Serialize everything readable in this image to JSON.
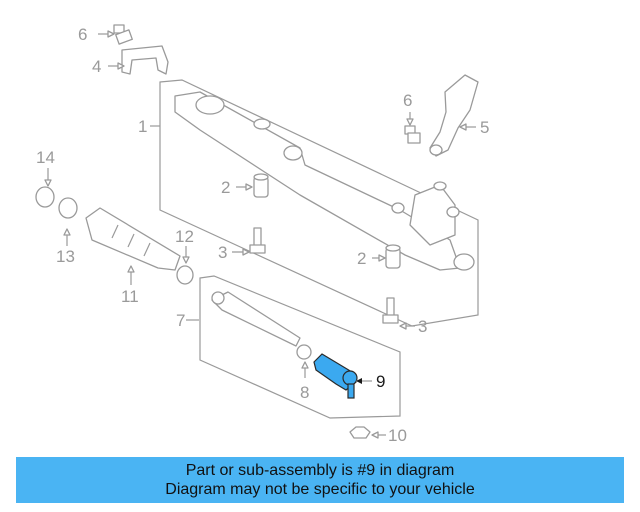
{
  "callouts": {
    "c1": "1",
    "c2a": "2",
    "c2b": "2",
    "c3a": "3",
    "c3b": "3",
    "c4": "4",
    "c5": "5",
    "c6a": "6",
    "c6b": "6",
    "c7": "7",
    "c8": "8",
    "c9": "9",
    "c10": "10",
    "c11": "11",
    "c12": "12",
    "c13": "13",
    "c14": "14"
  },
  "highlight_part": "9",
  "colors": {
    "highlight": "#3ba9f0",
    "banner": "#4ab4f3",
    "linework": "#9a9a9a"
  },
  "banner": {
    "line1": "Part or sub-assembly is #9 in diagram",
    "line2": "Diagram may not be specific to your vehicle"
  }
}
